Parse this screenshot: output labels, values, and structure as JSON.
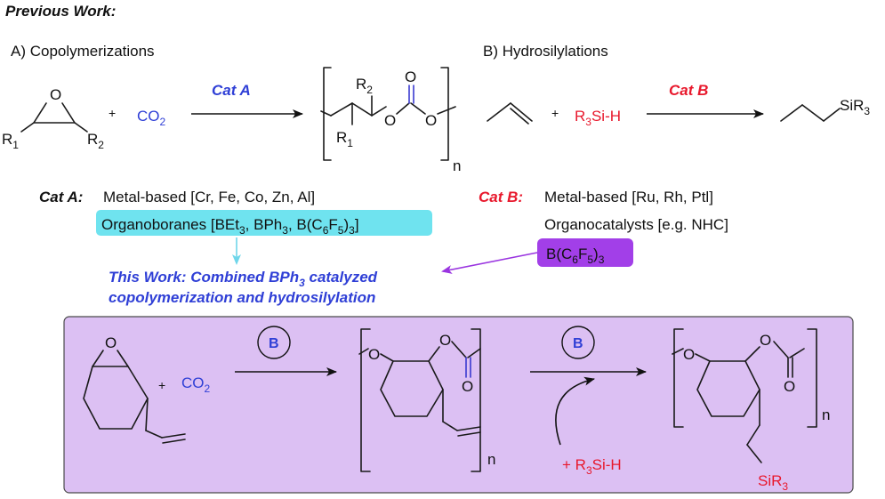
{
  "header": {
    "title": "Previous Work:"
  },
  "section_a": {
    "label": "A) Copolymerizations",
    "epoxide": {
      "o": "O",
      "r1": "R",
      "r1_sub": "1",
      "r2": "R",
      "r2_sub": "2"
    },
    "plus": "+",
    "co2": "CO",
    "co2_sub": "2",
    "catalyst": "Cat A",
    "polymer": {
      "r2": "R",
      "r2_sub": "2",
      "r1": "R",
      "r1_sub": "1",
      "o1": "O",
      "o2": "O",
      "o3": "O",
      "n": "n"
    }
  },
  "section_b": {
    "label": "B) Hydrosilylations",
    "plus": "+",
    "silane": {
      "pre": "R",
      "sub": "3",
      "post": "Si-H"
    },
    "catalyst": "Cat B",
    "product": {
      "pre": "SiR",
      "sub": "3"
    }
  },
  "cat_a": {
    "title": "Cat A:",
    "line1": "Metal-based [Cr, Fe, Co, Zn, Al]",
    "line2_pre": "Organoboranes [BEt",
    "line2_sub1": "3",
    "line2_mid1": ", BPh",
    "line2_sub2": "3",
    "line2_mid2": ", B(C",
    "line2_sub3": "6",
    "line2_mid3": "F",
    "line2_sub4": "5",
    "line2_end": ")",
    "line2_sub5": "3",
    "line2_close": "]"
  },
  "cat_b": {
    "title": "Cat B:",
    "line1": "Metal-based [Ru, Rh, Ptl]",
    "line2": "Organocatalysts [e.g. NHC]",
    "box_pre": "B(C",
    "box_sub1": "6",
    "box_mid": "F",
    "box_sub2": "5",
    "box_end": ")",
    "box_sub3": "3"
  },
  "this_work": {
    "line1_pre": "This Work: Combined BPh",
    "line1_sub": "3",
    "line1_post": " catalyzed",
    "line2": "copolymerization and hydrosilylation"
  },
  "bottom": {
    "epoxide_o": "O",
    "plus": "+",
    "co2": "CO",
    "co2_sub": "2",
    "cat1": "B",
    "poly1": {
      "o1": "O",
      "o2": "O",
      "o3": "O",
      "n": "n"
    },
    "cat2": "B",
    "reagent": {
      "pre": "+ R",
      "sub": "3",
      "post": "Si-H"
    },
    "poly2": {
      "o1": "O",
      "o2": "O",
      "o3": "O",
      "n": "n",
      "si_pre": "SiR",
      "si_sub": "3"
    }
  },
  "colors": {
    "blue": "#2f3fd6",
    "red": "#e8182c",
    "purple": "#9a35e0",
    "cyan_box": "#6fe3ef",
    "cyan_arrow": "#6fd6ea",
    "purple_box": "#a23fe8",
    "panel_fill": "#dcc0f3",
    "panel_border": "#4a4a4a"
  }
}
